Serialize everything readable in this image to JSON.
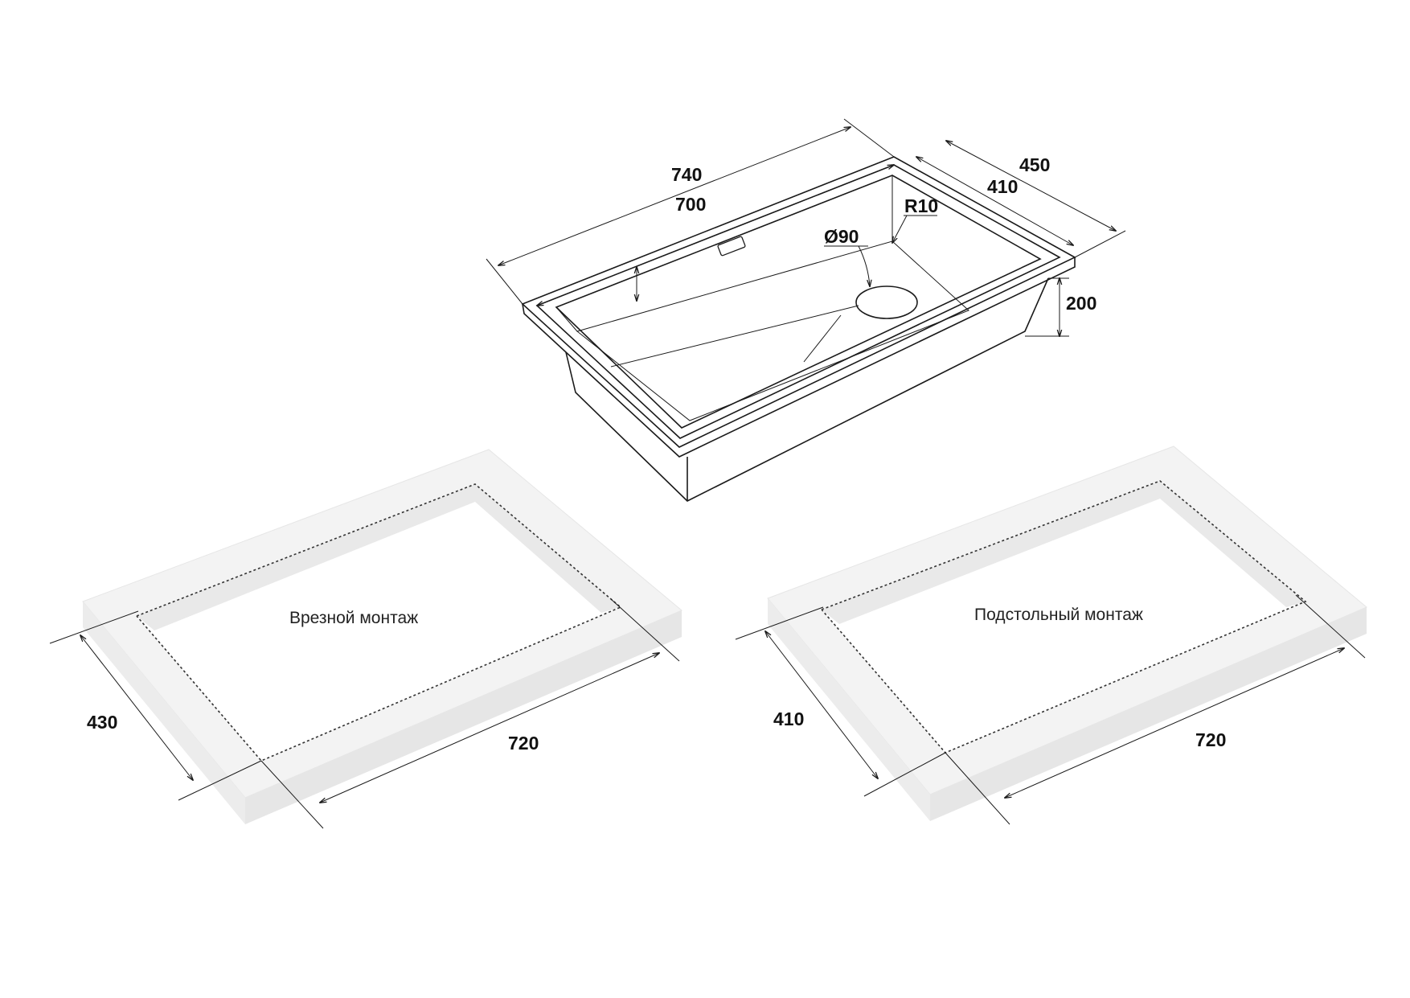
{
  "sink": {
    "dimensions": {
      "length_outer": "740",
      "length_inner": "700",
      "width_outer": "450",
      "width_inner": "410",
      "radius": "R10",
      "drain": "Ø90",
      "depth": "200"
    }
  },
  "cutouts": [
    {
      "caption": "Врезной монтаж",
      "depth": "430",
      "length": "720"
    },
    {
      "caption": "Подстольный монтаж",
      "depth": "410",
      "length": "720"
    }
  ]
}
